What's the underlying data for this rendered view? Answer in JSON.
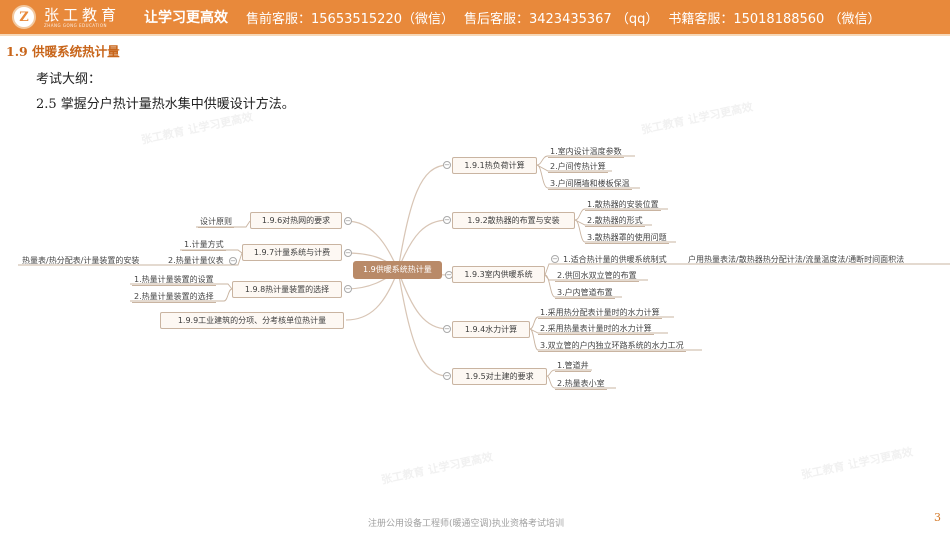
{
  "header": {
    "logo_mark": "Z",
    "logo_cn": "张工教育",
    "logo_en": "ZHANG GONG EDUCATION",
    "slogan": "让学习更高效",
    "presale": "售前客服：15653515220（微信）",
    "aftersale": "售后客服：3423435367 （qq）",
    "books": "书籍客服：15018188560 （微信）",
    "colors": {
      "bar": "#e8893b",
      "text": "#ffffff"
    }
  },
  "page": {
    "section_title": "1.9 供暖系统热计量",
    "outline_label": "考试大纲：",
    "outline_item": "2.5 掌握分户热计量热水集中供暖设计方法。",
    "footer": "注册公用设备工程师(暖通空调)执业资格考试培训",
    "page_number": "3"
  },
  "mindmap": {
    "root": "1.9供暖系统热计量",
    "right": [
      {
        "label": "1.9.1热负荷计算",
        "children": [
          "1.室内设计温度参数",
          "2.户间传热计算",
          "3.户间隔墙和楼板保温"
        ]
      },
      {
        "label": "1.9.2散热器的布置与安装",
        "children": [
          "1.散热器的安装位置",
          "2.散热器的形式",
          "3.散热器罩的使用问题"
        ]
      },
      {
        "label": "1.9.3室内供暖系统",
        "children": [
          "1.适合热计量的供暖系统制式",
          "2.供回水双立管的布置",
          "3.户内管道布置"
        ],
        "grandchild": "户用热量表法/散热器热分配计法/流量温度法/通断时间面积法"
      },
      {
        "label": "1.9.4水力计算",
        "children": [
          "1.采用热分配表计量时的水力计算",
          "2.采用热量表计量时的水力计算",
          "3.双立管的户内独立环路系统的水力工况"
        ]
      },
      {
        "label": "1.9.5对土建的要求",
        "children": [
          "1.管道井",
          "2.热量表小室"
        ]
      }
    ],
    "left": [
      {
        "label": "1.9.6对热网的要求",
        "children": [
          "设计原则"
        ]
      },
      {
        "label": "1.9.7计量系统与计费",
        "children": [
          "1.计量方式",
          "2.热量计量仪表"
        ],
        "grandchild": "热量表/热分配表/计量装置的安装"
      },
      {
        "label": "1.9.8热计量装置的选择",
        "children": [
          "1.热量计量装置的设置",
          "2.热量计量装置的选择"
        ]
      },
      {
        "label": "1.9.9工业建筑的分项、分考核单位热计量",
        "children": []
      }
    ],
    "colors": {
      "root_bg": "#b98a68",
      "node_bg": "#fdf8f3",
      "node_border": "#c9b4a1",
      "line": "#d8c5b5",
      "leaf_underline": "#c9b4a1"
    }
  },
  "watermark": "张工教育 让学习更高效"
}
